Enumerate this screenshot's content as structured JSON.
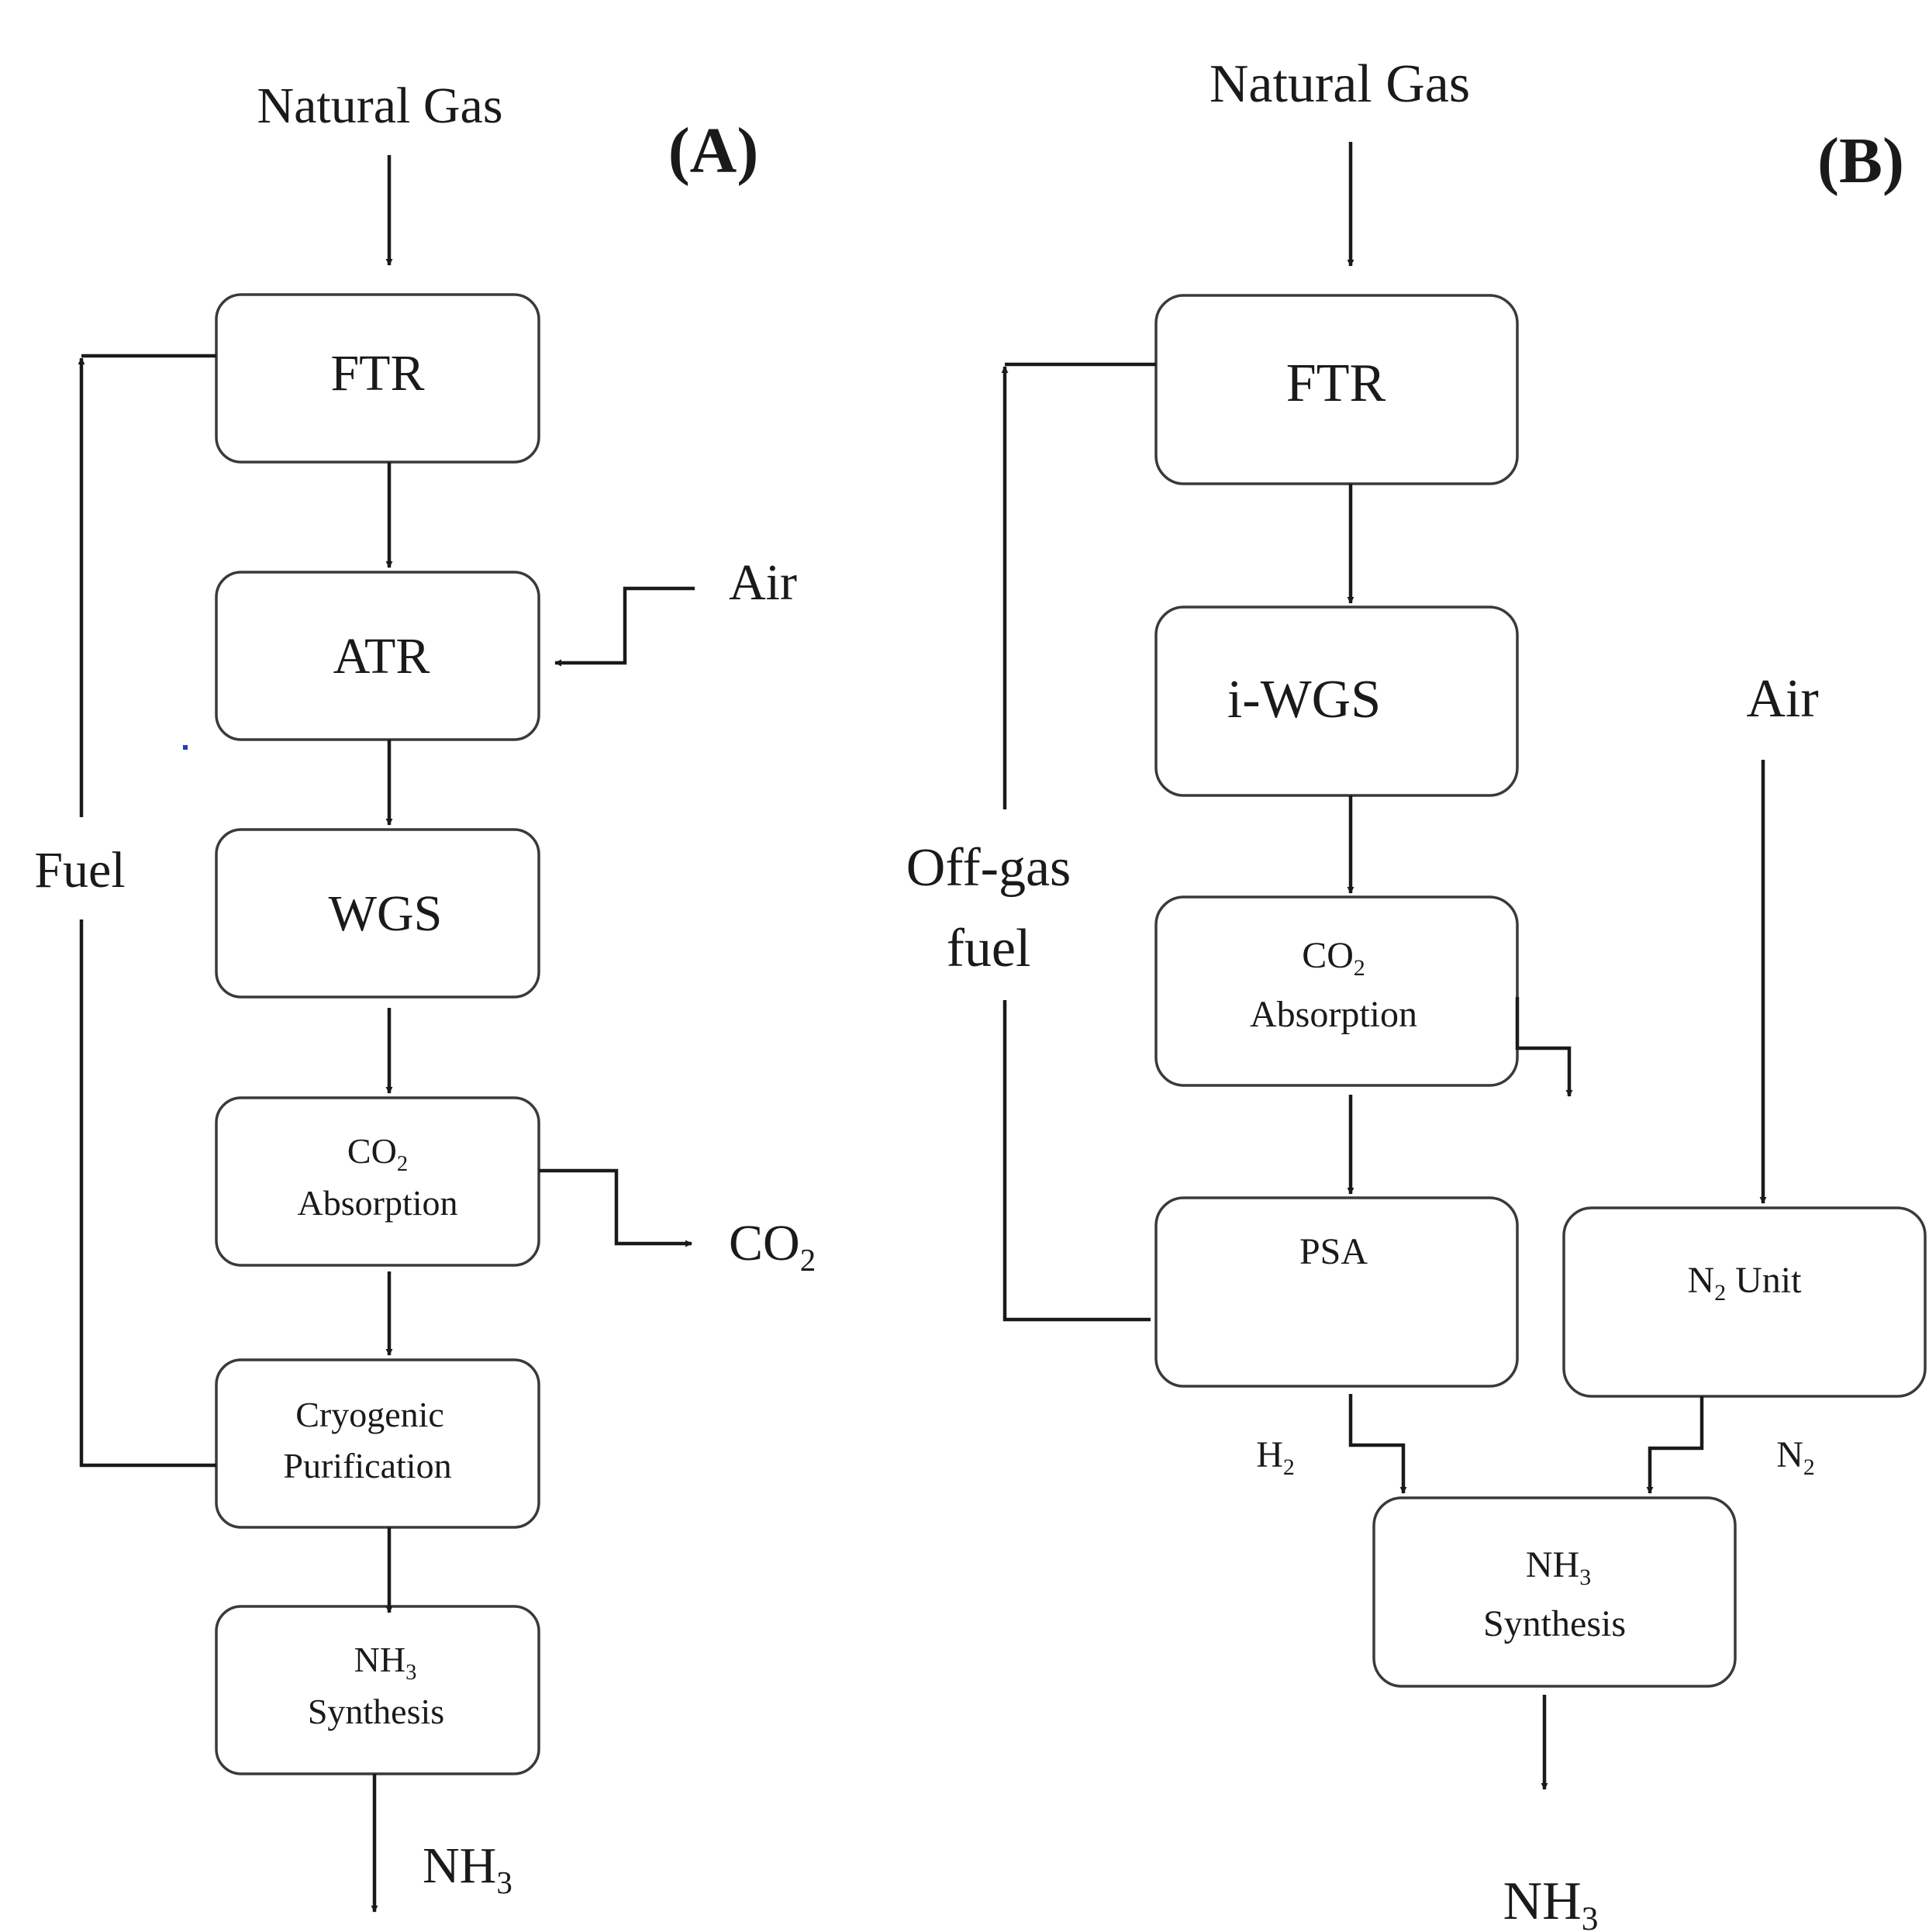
{
  "panel_a": {
    "label": "(A)",
    "input": "Natural Gas",
    "boxes": {
      "ftr": "FTR",
      "atr": "ATR",
      "wgs": "WGS",
      "co2_absorption": {
        "formula": "CO",
        "formula_sub": "2",
        "line2": "Absorption"
      },
      "cryogenic": {
        "line1": "Cryogenic",
        "line2": "Purification"
      },
      "nh3_synthesis": {
        "formula": "NH",
        "formula_sub": "3",
        "line2": "Synthesis"
      }
    },
    "air_label": "Air",
    "fuel_label": "Fuel",
    "co2_output": {
      "text": "CO",
      "sub": "2"
    },
    "nh3_output": {
      "text": "NH",
      "sub": "3"
    }
  },
  "panel_b": {
    "label": "(B)",
    "input": "Natural Gas",
    "boxes": {
      "ftr": "FTR",
      "iwgs": "i-WGS",
      "co2_absorption": {
        "formula": "CO",
        "formula_sub": "2",
        "line2": "Absorption"
      },
      "psa": "PSA",
      "n2_unit": {
        "formula": "N",
        "formula_sub": "2",
        "rest": " Unit"
      },
      "nh3_synthesis": {
        "formula": "NH",
        "formula_sub": "3",
        "line2": "Synthesis"
      }
    },
    "air_label": "Air",
    "offgas_label": {
      "line1": "Off-gas",
      "line2": "fuel"
    },
    "h2_label": {
      "text": "H",
      "sub": "2"
    },
    "n2_label": {
      "text": "N",
      "sub": "2"
    },
    "nh3_output": {
      "text": "NH",
      "sub": "3"
    }
  },
  "colors": {
    "stroke": "#1a1a1a",
    "box_border": "#3a3a3a",
    "background": "#ffffff",
    "stray_dot": "#1f3fbf"
  }
}
